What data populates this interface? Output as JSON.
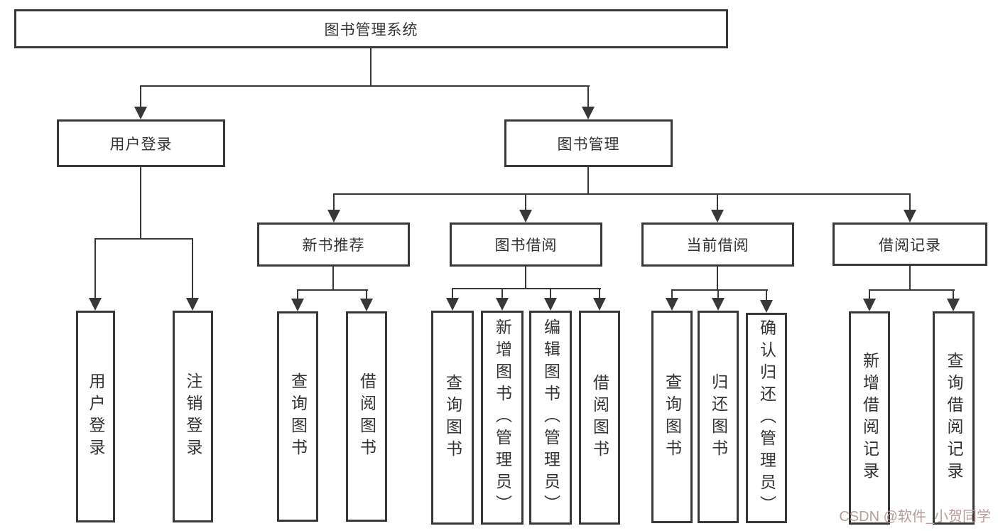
{
  "diagram": {
    "root": "图书管理系统",
    "branches": {
      "user_login": "用户登录",
      "book_mgmt": "图书管理"
    },
    "modules": {
      "new_book_rec": "新书推荐",
      "book_borrow": "图书借阅",
      "current_borrow": "当前借阅",
      "borrow_record": "借阅记录"
    },
    "leaves": {
      "user_login": "用户登录",
      "logout": "注销登录",
      "rec_query": "查询图书",
      "rec_borrow": "借阅图书",
      "bb_query": "查询图书",
      "bb_add": "新增图书（管理员）",
      "bb_edit": "编辑图书（管理员）",
      "bb_borrow": "借阅图书",
      "cb_query": "查询图书",
      "cb_return": "归还图书",
      "cb_confirm": "确认归还（管理员）",
      "br_add": "新增借阅记录",
      "br_query": "查询借阅记录"
    }
  },
  "watermark": "CSDN @软件_小贺同学",
  "colors": {
    "line": "#383838",
    "text": "#333333",
    "watermark": "#b99c9c",
    "background": "#ffffff"
  }
}
